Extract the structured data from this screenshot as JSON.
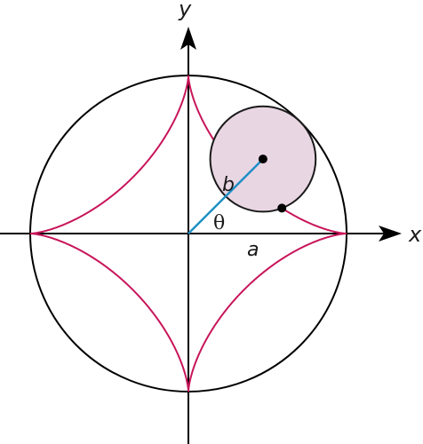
{
  "labels": {
    "x_axis": "x",
    "y_axis": "y",
    "radius_outer": "a",
    "radius_rolling": "b",
    "angle": "θ"
  },
  "geometry": {
    "outer_radius_a": 1,
    "rolling_radius_b": 0.3333,
    "theta_degrees": 45,
    "curve": "astroid",
    "cusps": 4
  },
  "colors": {
    "outer_circle": "#000000",
    "astroid_curve": "#c8155a",
    "rolling_circle_fill": "#e9d6e3",
    "rolling_circle_stroke": "#1a1a1a",
    "radius_line": "#1f8fc6",
    "axes": "#000000",
    "points": "#000000"
  }
}
